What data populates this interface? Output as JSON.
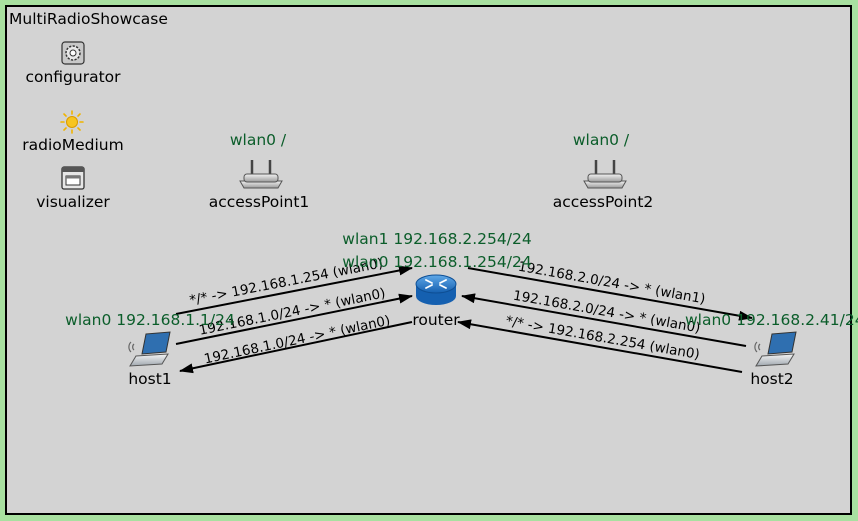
{
  "network": {
    "title": "MultiRadioShowcase"
  },
  "modules": {
    "configurator": "configurator",
    "radio_medium": "radioMedium",
    "visualizer": "visualizer"
  },
  "nodes": {
    "access_point1": {
      "name": "accessPoint1",
      "iface": "wlan0 /"
    },
    "access_point2": {
      "name": "accessPoint2",
      "iface": "wlan0 /"
    },
    "router": {
      "name": "router",
      "iface_wlan1": "wlan1 192.168.2.254/24",
      "iface_wlan0": "wlan0 192.168.1.254/24"
    },
    "host1": {
      "name": "host1",
      "iface": "wlan0 192.168.1.1/24"
    },
    "host2": {
      "name": "host2",
      "iface": "wlan0 192.168.2.41/24"
    }
  },
  "routes": {
    "host1_to_router_default": "*/* -> 192.168.1.254 (wlan0)",
    "host1_to_router_net1": "192.168.1.0/24 -> * (wlan0)",
    "router_to_host1": "192.168.1.0/24 -> * (wlan0)",
    "router_to_host2": "192.168.2.0/24 -> * (wlan1)",
    "host2_to_router_net2": "192.168.2.0/24 -> * (wlan0)",
    "host2_to_router_default": "*/* -> 192.168.2.254 (wlan0)"
  }
}
